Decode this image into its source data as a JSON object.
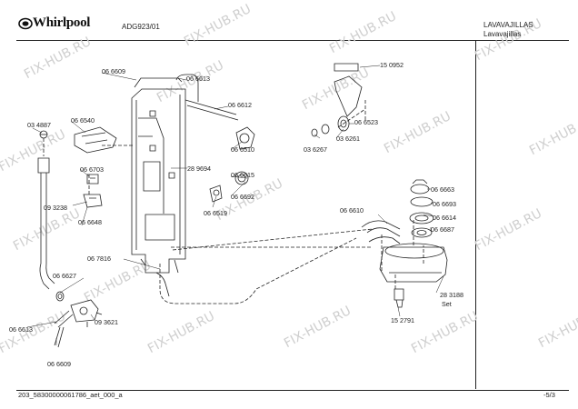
{
  "header": {
    "brand": "Whirlpool",
    "model": "ADG923/01",
    "category": "LAVAVAJILLAS",
    "category_sub": "Lavavajillas"
  },
  "footer": {
    "doc_id": "203_58300000061786_aet_000_a",
    "page": "-5/3"
  },
  "watermark": "FIX-HUB.RU",
  "parts": {
    "p066609_top": "06 6609",
    "p066613_top": "06 6613",
    "p066612": "06 6612",
    "p150952": "15 0952",
    "p034887": "03 4887",
    "p066540": "06 6540",
    "p066523": "06 6523",
    "p066510": "06 6510",
    "p036261": "03 6261",
    "p036267": "03 6267",
    "p289694": "28 9694",
    "p066703": "06 6703",
    "p066615": "06 6615",
    "p066692": "06 6692",
    "p093238": "09 3238",
    "p066519": "06 6519",
    "p066648": "06 6648",
    "p066663": "06 6663",
    "p066693": "06 6693",
    "p066610": "06 6610",
    "p066614": "06 6614",
    "p066687": "06 6687",
    "p067816": "06 7816",
    "p066627": "06 6627",
    "p283188": "28 3188",
    "set": "Set",
    "p152791": "15 2791",
    "p093621": "09 3621",
    "p066613_bot": "06 6613",
    "p066609_bot": "06 6609"
  }
}
